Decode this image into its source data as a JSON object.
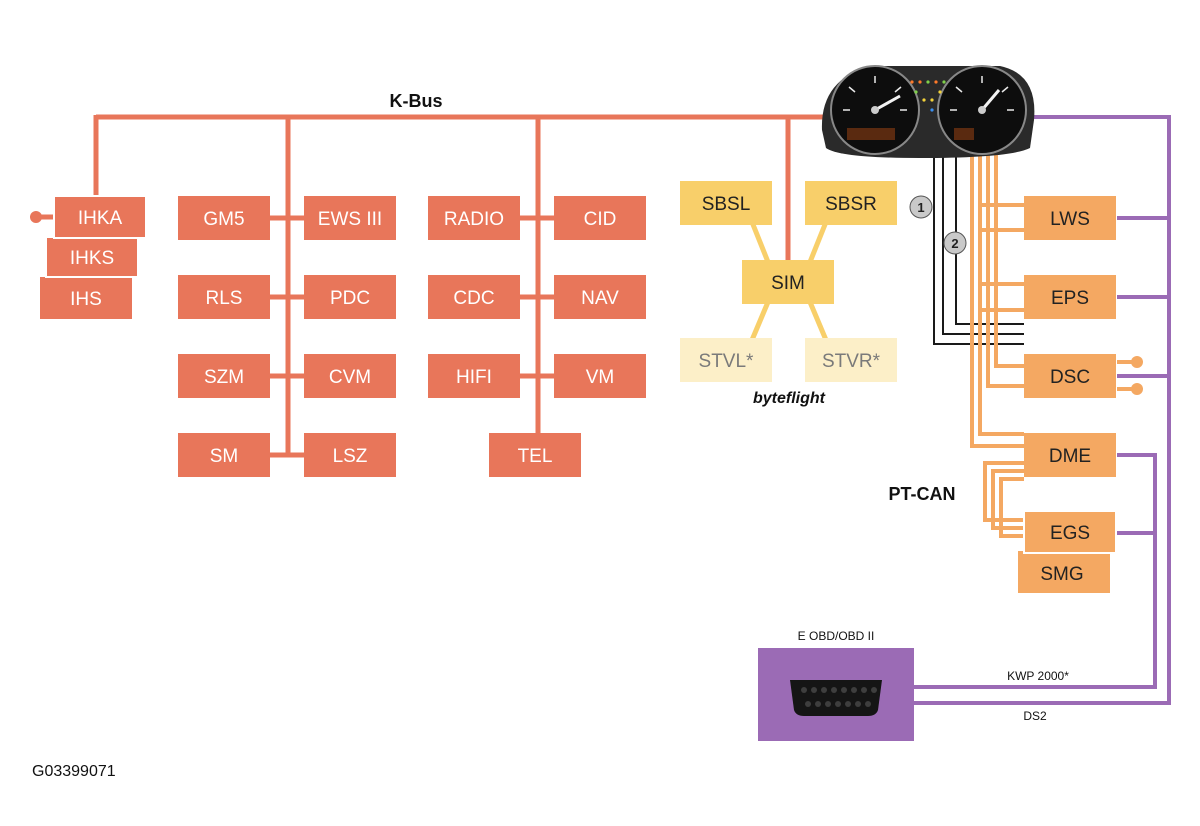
{
  "buses": {
    "kbus": "K-Bus",
    "ptcan": "PT-CAN",
    "byteflight": "byteflight"
  },
  "colors": {
    "kbus": "#e8765a",
    "ptcan": "#f4a862",
    "byteflight": "#f8cf6a",
    "byteflight_faded": "#fcefc8",
    "diag": "#9b6bb5",
    "black_line": "#1a1a1a"
  },
  "modules": {
    "ihka": "IHKA",
    "ihks": "IHKS",
    "ihs": "IHS",
    "gm5": "GM5",
    "ews": "EWS III",
    "rls": "RLS",
    "pdc": "PDC",
    "szm": "SZM",
    "cvm": "CVM",
    "sm": "SM",
    "lsz": "LSZ",
    "radio": "RADIO",
    "cid": "CID",
    "cdc": "CDC",
    "nav": "NAV",
    "hifi": "HIFI",
    "vm": "VM",
    "tel": "TEL",
    "sbsl": "SBSL",
    "sbsr": "SBSR",
    "sim": "SIM",
    "stvl": "STVL*",
    "stvr": "STVR*",
    "lws": "LWS",
    "eps": "EPS",
    "dsc": "DSC",
    "dme": "DME",
    "egs": "EGS",
    "smg": "SMG"
  },
  "markers": {
    "one": "1",
    "two": "2"
  },
  "obd": {
    "title": "E OBD/OBD II",
    "kwp": "KWP 2000*",
    "ds2": "DS2"
  },
  "figure_id": "G03399071"
}
